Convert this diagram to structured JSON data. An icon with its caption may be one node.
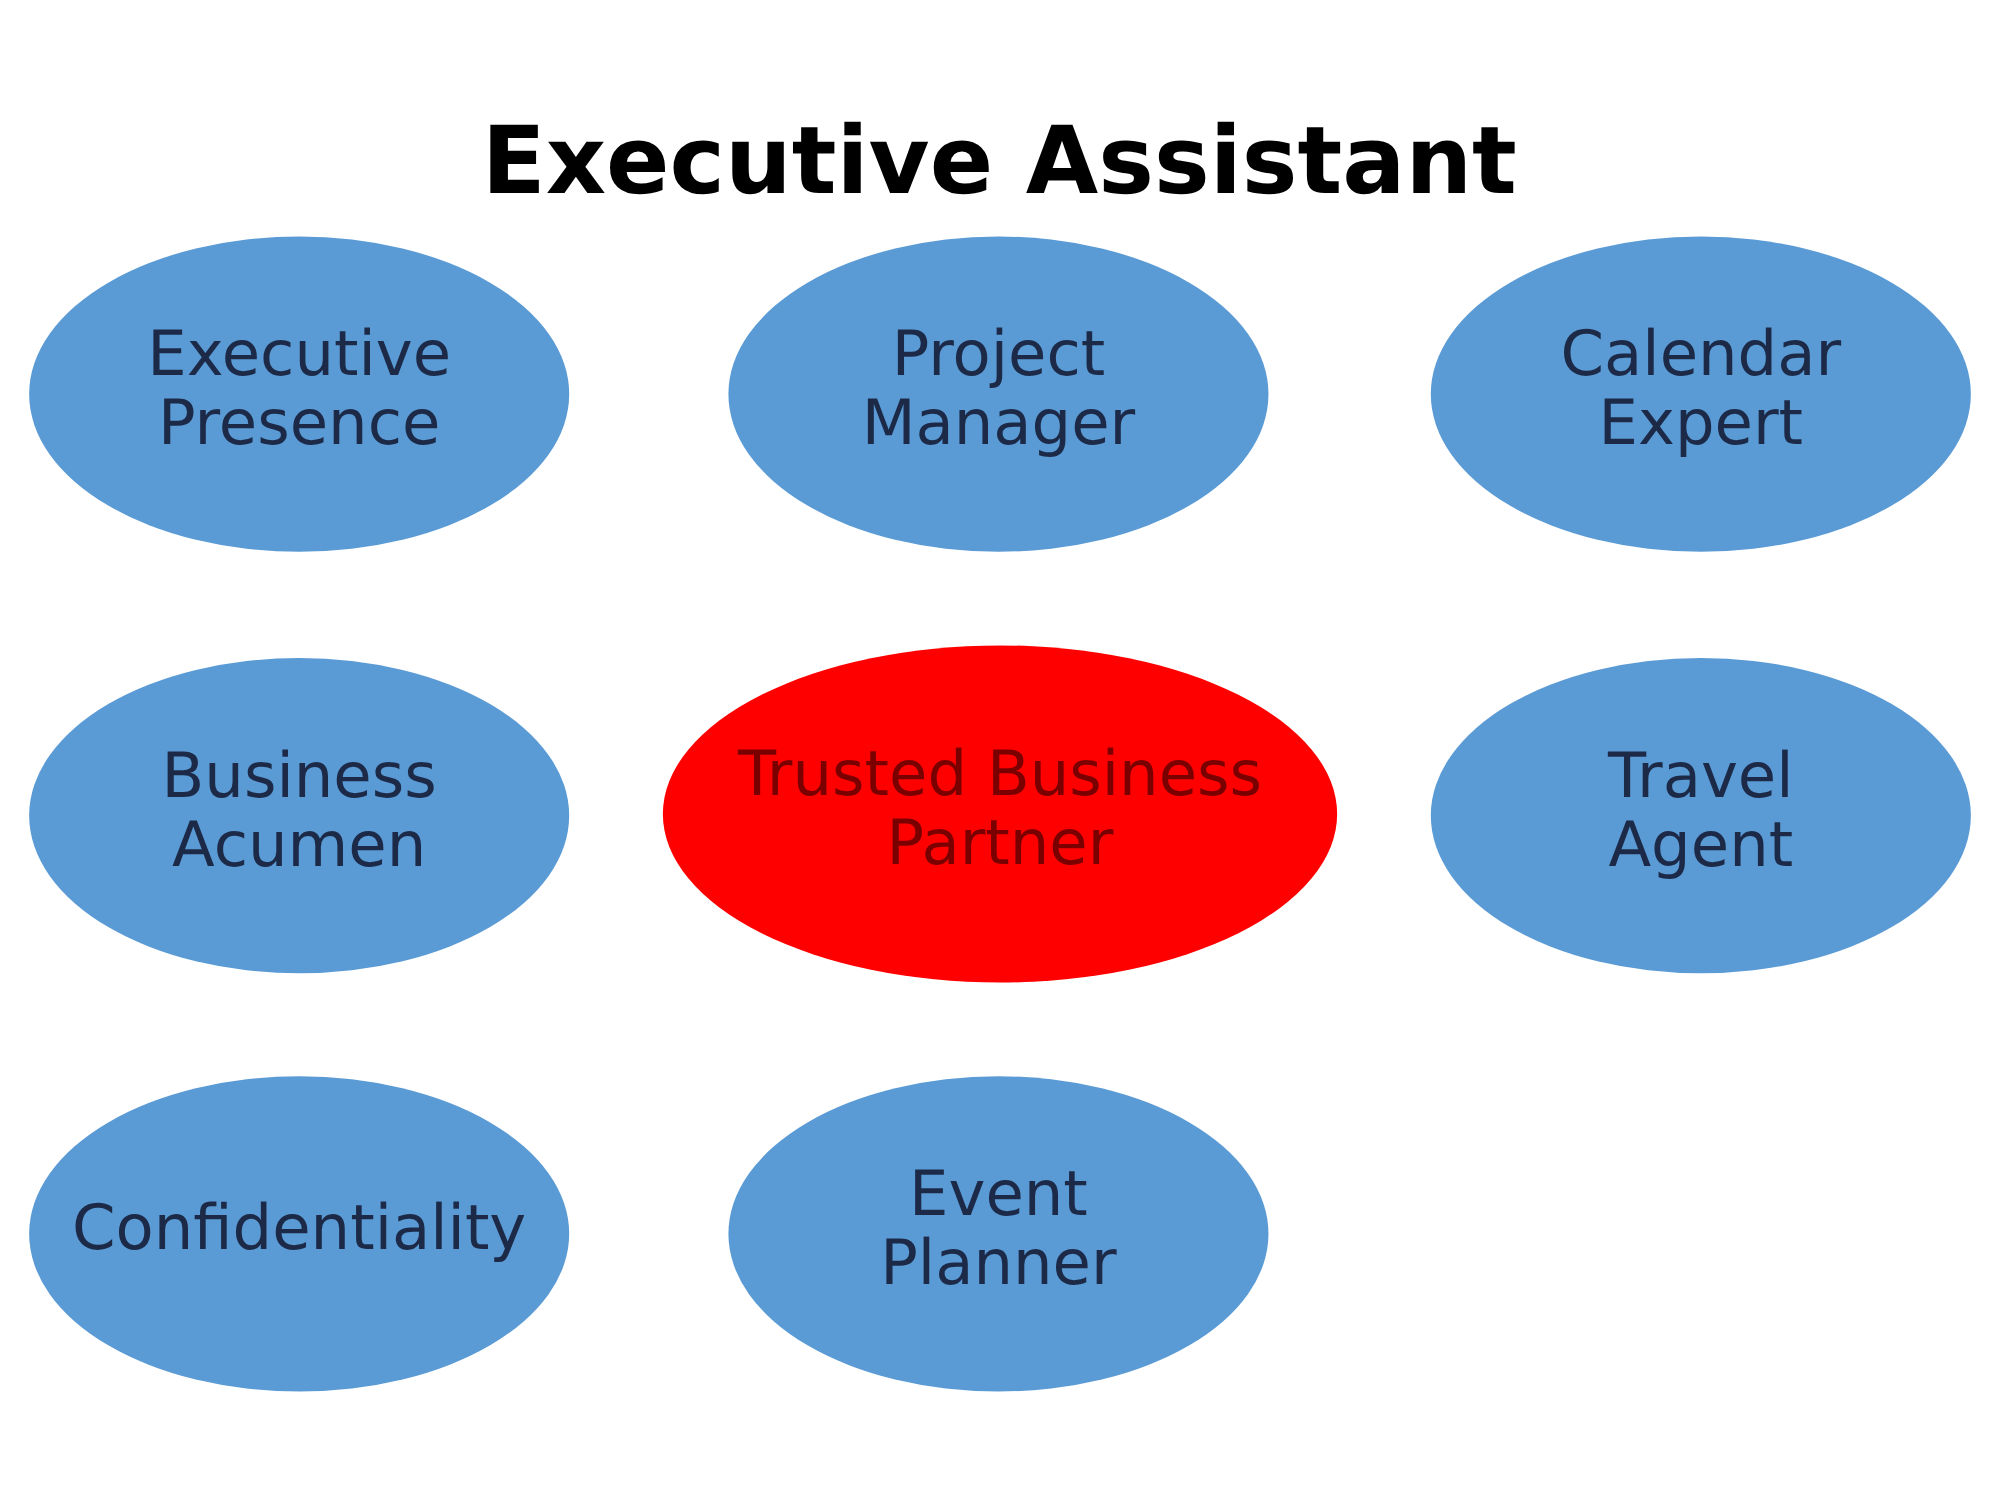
{
  "diagram": {
    "title": "Executive Assistant",
    "nodes": [
      {
        "text": [
          "Executive Presence"
        ]
      },
      {
        "text": [
          "Project Manager"
        ]
      },
      {
        "text": [
          "Calendar Expert"
        ]
      },
      {
        "text": [
          "Business Acumen"
        ]
      },
      {
        "text": [
          "Trusted Business Partner"
        ]
      },
      {
        "text": [
          "Travel Agent"
        ]
      },
      {
        "text": [
          "Confidentiality"
        ]
      },
      {
        "text": [
          "Event Planner"
        ]
      }
    ]
  }
}
